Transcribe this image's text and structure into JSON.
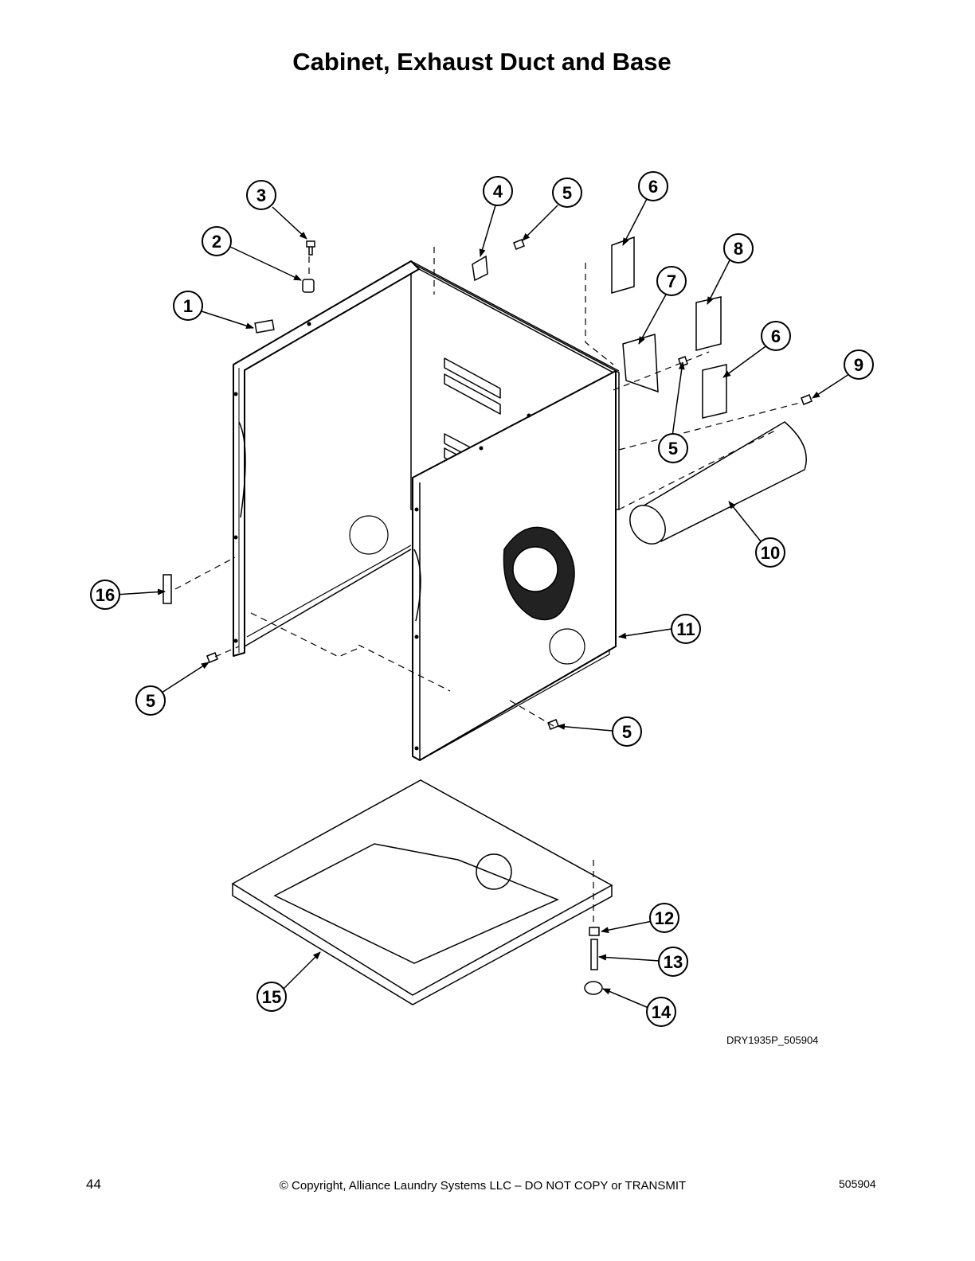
{
  "title": "Cabinet, Exhaust Duct and Base",
  "drawing_id": "DRY1935P_505904",
  "footer": {
    "page_number": "44",
    "copyright": "© Copyright, Alliance Laundry Systems LLC – DO NOT COPY or TRANSMIT",
    "doc_number": "505904"
  },
  "callouts": {
    "c1": "1",
    "c2": "2",
    "c3": "3",
    "c4": "4",
    "c5a": "5",
    "c6a": "6",
    "c8": "8",
    "c7": "7",
    "c6b": "6",
    "c9": "9",
    "c5b": "5",
    "c10": "10",
    "c16": "16",
    "c11": "11",
    "c5c": "5",
    "c5d": "5",
    "c12": "12",
    "c13": "13",
    "c14": "14",
    "c15": "15"
  }
}
